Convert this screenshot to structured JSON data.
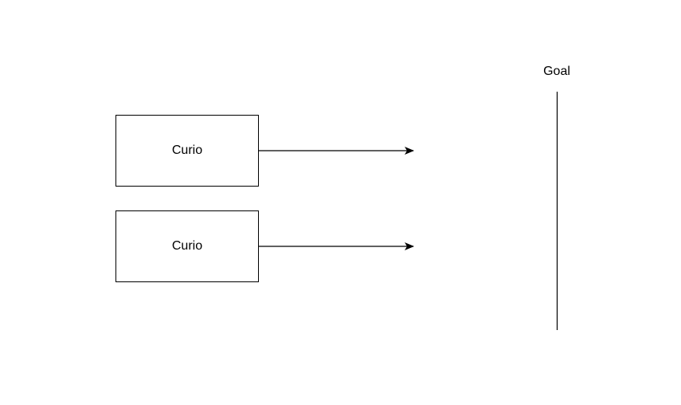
{
  "diagram": {
    "nodes": [
      {
        "id": "curio-1",
        "label": "Curio"
      },
      {
        "id": "curio-2",
        "label": "Curio"
      }
    ],
    "goal": {
      "label": "Goal"
    },
    "edges": [
      {
        "from": "curio-1",
        "to": "open-end",
        "style": "arrow"
      },
      {
        "from": "curio-2",
        "to": "open-end",
        "style": "arrow"
      }
    ],
    "colors": {
      "stroke": "#000000",
      "background": "#ffffff"
    }
  }
}
